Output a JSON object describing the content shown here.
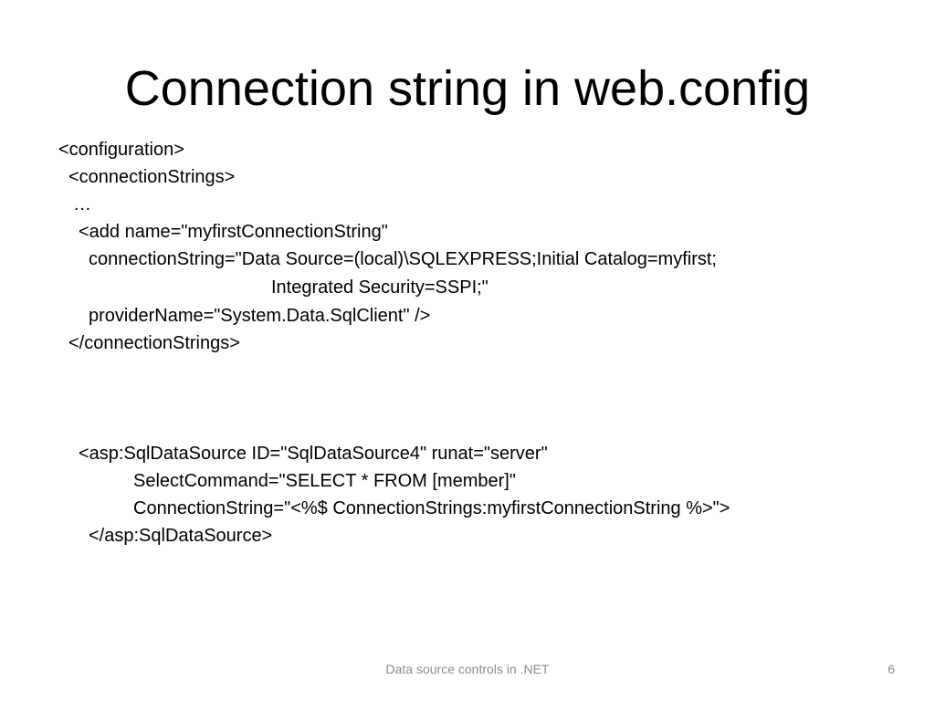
{
  "slide": {
    "title": "Connection string in web.config",
    "config_block": {
      "line_1": "<configuration>",
      "line_2": "<connectionStrings>",
      "line_3": "…",
      "line_4": "<add name=\"myfirstConnectionString\"",
      "line_5": "connectionString=\"Data Source=(local)\\SQLEXPRESS;Initial Catalog=myfirst;",
      "line_6": "Integrated Security=SSPI;\"",
      "line_7": "providerName=\"System.Data.SqlClient\" />",
      "line_8": "</connectionStrings>"
    },
    "datasource_block": {
      "line_1": "<asp:SqlDataSource ID=\"SqlDataSource4\" runat=\"server\"",
      "line_2": "SelectCommand=\"SELECT * FROM [member]\"",
      "line_3": "ConnectionString=\"<%$ ConnectionStrings:myfirstConnectionString %>\">",
      "line_4": "</asp:SqlDataSource>"
    },
    "footer": "Data source controls in .NET",
    "page_number": "6"
  }
}
